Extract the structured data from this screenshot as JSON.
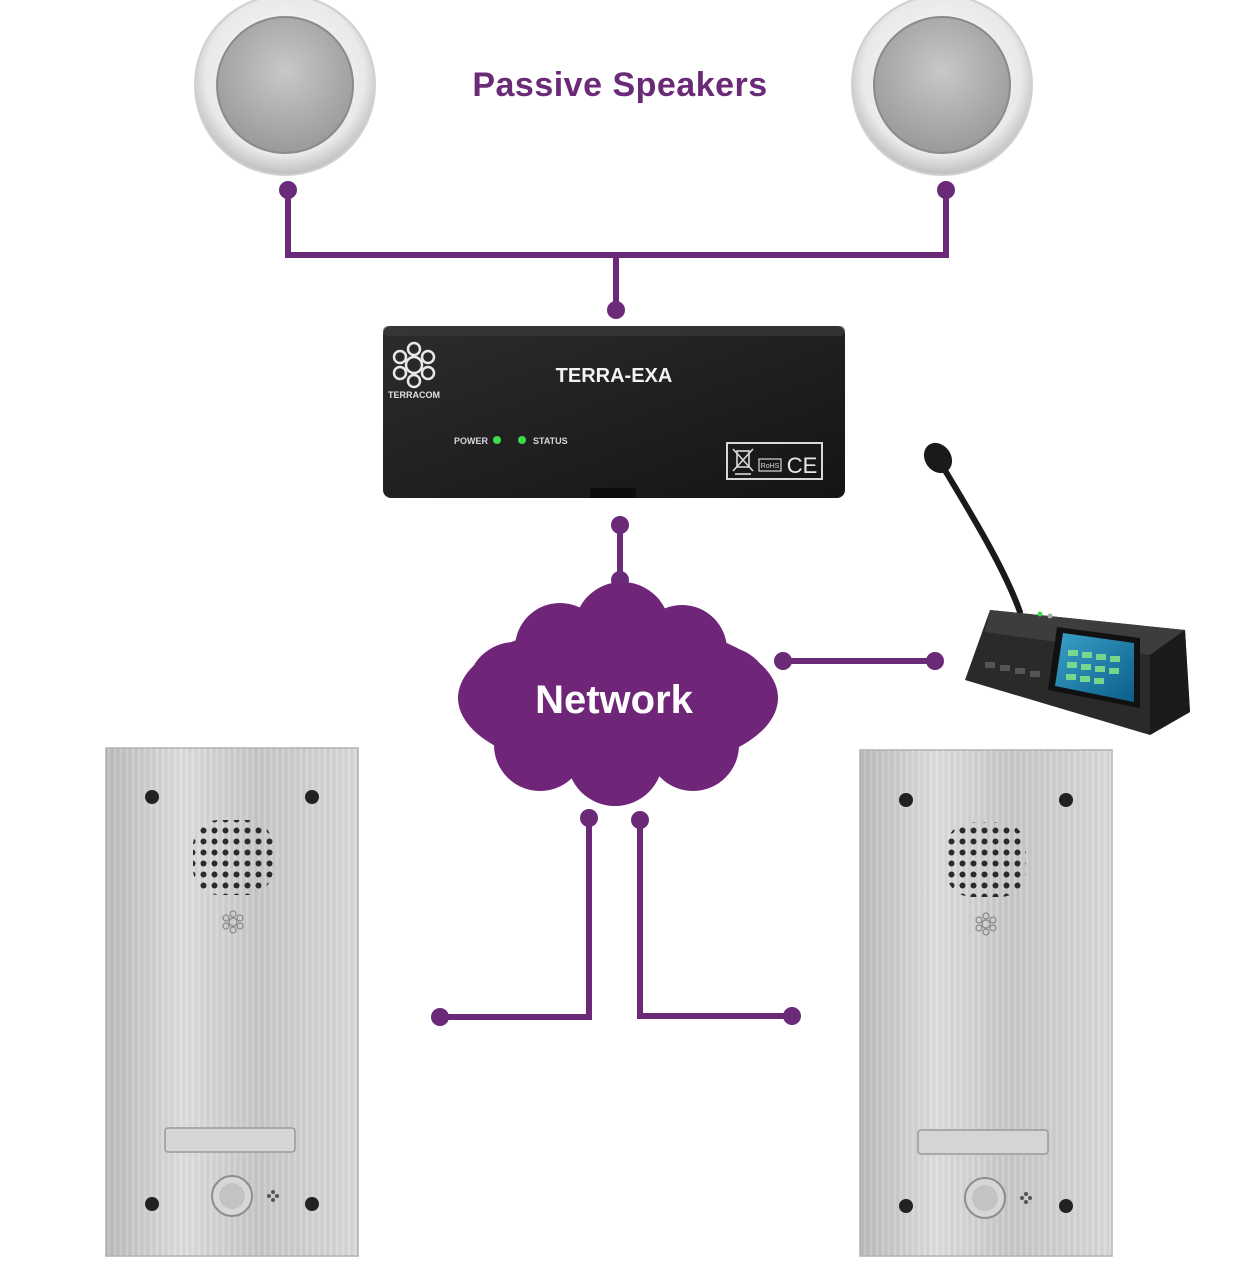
{
  "diagram": {
    "title": "Passive Speakers",
    "network_label": "Network",
    "amplifier": {
      "name": "TERRA-EXA",
      "brand": "TERRACOM",
      "led_power": "POWER",
      "led_status": "STATUS",
      "marking_ce": "CE",
      "marking_rohs": "RoHS"
    },
    "panel_brand": "TERRACOM"
  },
  "colors": {
    "accent": "#6a2a78",
    "cloud": "#6f2679",
    "device_dark": "#1e1e1e",
    "steel": "#c9cacb",
    "led": "#3ddc4a"
  },
  "icons": {
    "speaker": "ceiling-speaker-icon",
    "amplifier": "amplifier-icon",
    "desk_mic": "desk-microphone-console-icon",
    "door_panel": "intercom-door-station-icon",
    "cloud": "network-cloud-icon"
  }
}
